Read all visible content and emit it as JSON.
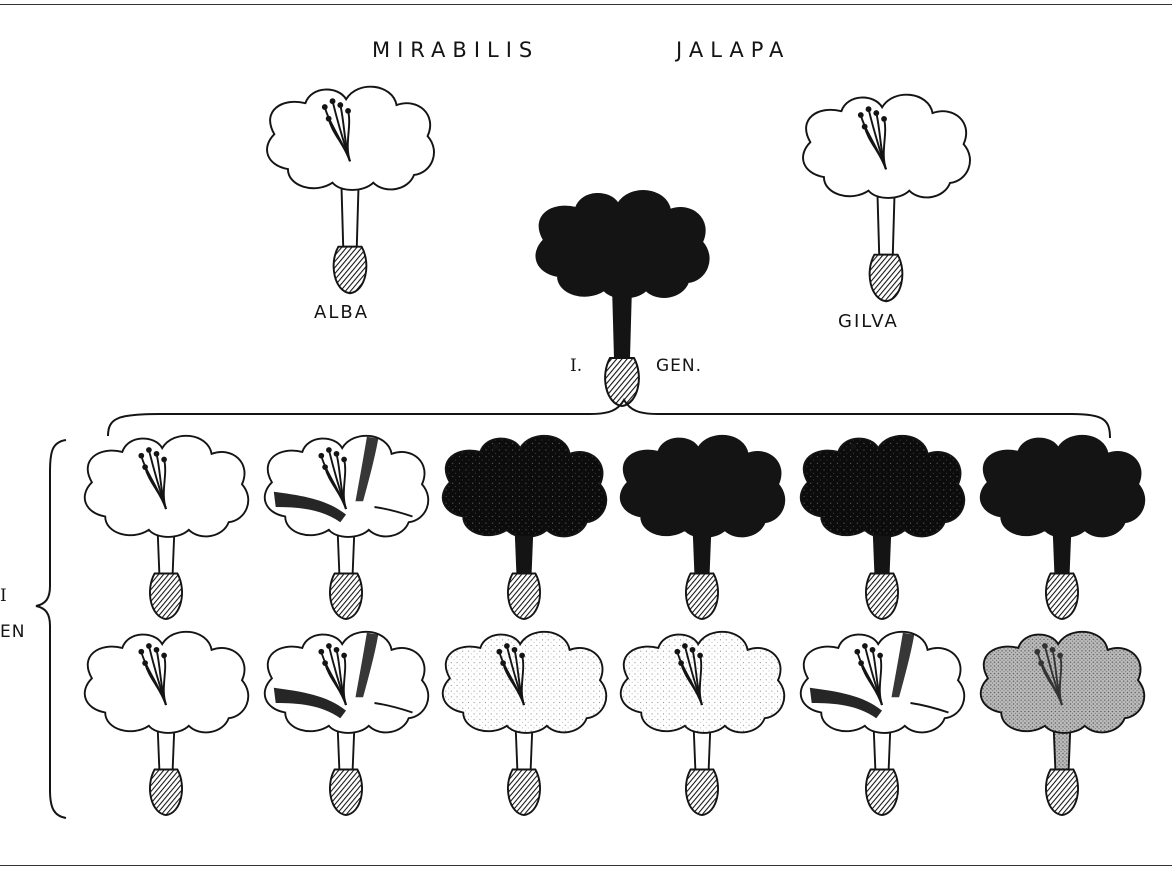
{
  "title": {
    "left": "MIRABILIS",
    "right": "JALAPA"
  },
  "parents": {
    "left_label": "ALBA",
    "right_label": "GILVA"
  },
  "first_generation": {
    "label_roman": "I.",
    "label_word": "GEN."
  },
  "second_generation": {
    "label_roman": "I",
    "label_word": "EN",
    "rows": [
      {
        "row_name": "upper",
        "flowers": [
          {
            "fill": "white"
          },
          {
            "fill": "white-striped"
          },
          {
            "fill": "dark-speckled"
          },
          {
            "fill": "dark"
          },
          {
            "fill": "dark-speckled"
          },
          {
            "fill": "dark"
          }
        ]
      },
      {
        "row_name": "lower",
        "flowers": [
          {
            "fill": "white"
          },
          {
            "fill": "white-striped"
          },
          {
            "fill": "light-stippled"
          },
          {
            "fill": "light-stippled"
          },
          {
            "fill": "white-striped"
          },
          {
            "fill": "grey-stippled"
          }
        ]
      }
    ]
  },
  "colors": {
    "ink": "#141414",
    "paper": "#ffffff",
    "stipple": "#9a9a9a"
  }
}
